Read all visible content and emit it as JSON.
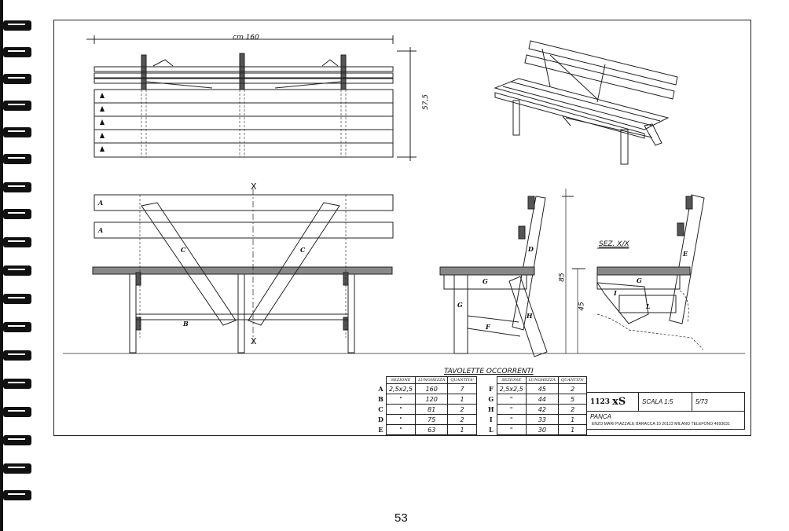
{
  "drawing": {
    "dimension_length": "cm 160",
    "dimension_depth": "57,5",
    "dimension_height_total": "85",
    "dimension_seat_height": "45",
    "section_label": "SEZ. X/X",
    "section_marker": "X",
    "part_labels": {
      "a": "A",
      "b": "B",
      "c": "C",
      "d": "D",
      "e": "E",
      "f": "F",
      "g": "G",
      "h": "H",
      "i": "I",
      "l": "L"
    }
  },
  "parts_table": {
    "title": "TAVOLETTE OCCORRENTI",
    "headers": [
      "SEZIONE",
      "LUNGHEZZA",
      "QUANTITA'"
    ],
    "left": [
      {
        "code": "A",
        "section": "2,5x2,5",
        "length": "160",
        "qty": "7"
      },
      {
        "code": "B",
        "section": "\"",
        "length": "120",
        "qty": "1"
      },
      {
        "code": "C",
        "section": "\"",
        "length": "81",
        "qty": "2"
      },
      {
        "code": "D",
        "section": "\"",
        "length": "75",
        "qty": "2"
      },
      {
        "code": "E",
        "section": "\"",
        "length": "63",
        "qty": "1"
      }
    ],
    "right": [
      {
        "code": "F",
        "section": "2,5x2,5",
        "length": "45",
        "qty": "2"
      },
      {
        "code": "G",
        "section": "\"",
        "length": "44",
        "qty": "5"
      },
      {
        "code": "H",
        "section": "\"",
        "length": "42",
        "qty": "2"
      },
      {
        "code": "I",
        "section": "\"",
        "length": "33",
        "qty": "1"
      },
      {
        "code": "L",
        "section": "\"",
        "length": "30",
        "qty": "1"
      }
    ]
  },
  "title_block": {
    "drawing_number": "1123",
    "drawing_suffix": "xS",
    "scale": "SCALA 1:5",
    "date": "5/73",
    "name": "PANCA",
    "footer": "ENZO MARI  PIAZZALE BARACCA 10  20123 MILANO  TELEFONO 4693631"
  },
  "page_number": "53"
}
